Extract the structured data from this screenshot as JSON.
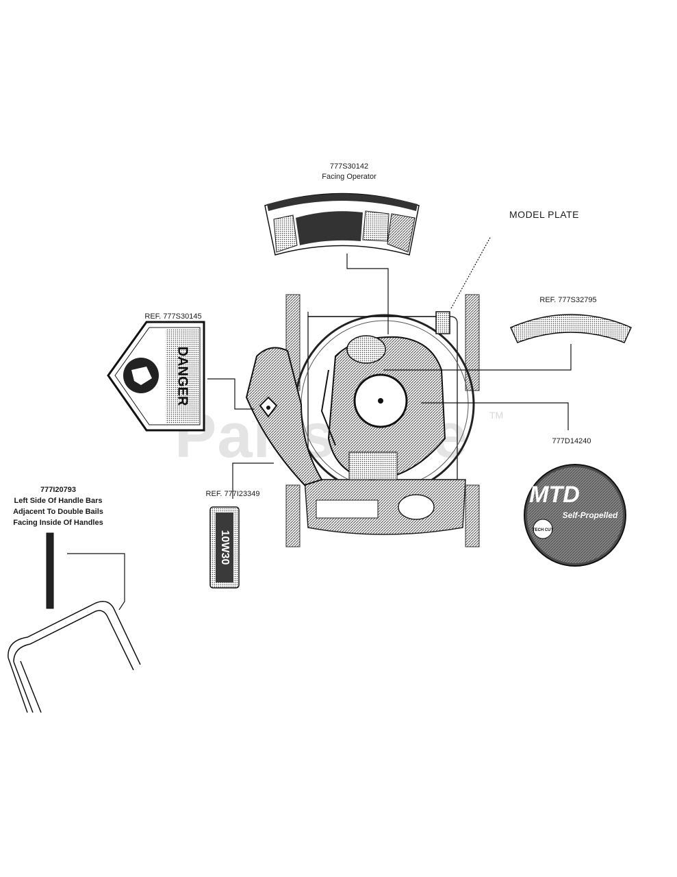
{
  "watermark": {
    "text": "PartsTree",
    "tm": "TM"
  },
  "callouts": {
    "operator_label": {
      "part": "777S30142",
      "note": "Facing Operator"
    },
    "model_plate": "MODEL PLATE",
    "danger_label": {
      "ref": "REF. 777S30145"
    },
    "rear_label": {
      "ref": "REF. 777S32795"
    },
    "deck_decal": {
      "part": "777D14240"
    },
    "height_label": {
      "ref": "REF. 777I23349"
    },
    "handle_label": {
      "part": "777I20793",
      "line1": "Left Side Of Handle Bars",
      "line2": "Adjacent To Double Bails",
      "line3": "Facing Inside Of Handles"
    }
  },
  "decals": {
    "danger_title": "DANGER",
    "mtd_logo": "MTD",
    "mtd_sub": "Self-Propelled",
    "mtd_badge": "TECH CUT",
    "height_text": "10W30"
  },
  "colors": {
    "ink": "#1a1a1a",
    "shade": "#8a8a8a",
    "dark": "#3a3a3a",
    "watermark": "#e4e4e4"
  }
}
